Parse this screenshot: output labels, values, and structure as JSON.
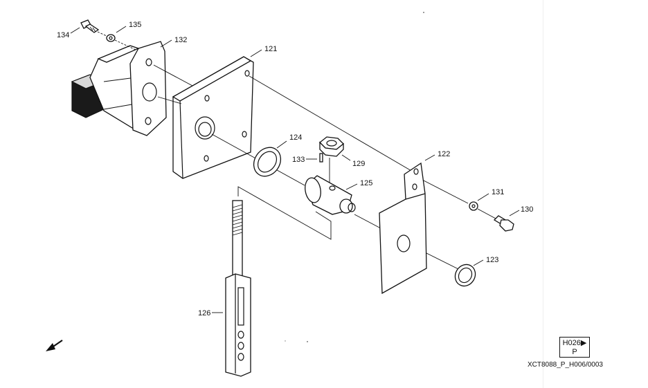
{
  "callouts": {
    "c121": "121",
    "c122": "122",
    "c123": "123",
    "c124": "124",
    "c125": "125",
    "c126": "126",
    "c129": "129",
    "c130": "130",
    "c131": "131",
    "c132": "132",
    "c133": "133",
    "c134": "134",
    "c135": "135"
  },
  "reference_box": {
    "line1": "H026",
    "line2": "P"
  },
  "figure_code": "XCT8088_P_H006/0003",
  "icons": {
    "direction_arrow": "arrow-down-left-icon",
    "page_marker": "triangle-right-icon"
  }
}
